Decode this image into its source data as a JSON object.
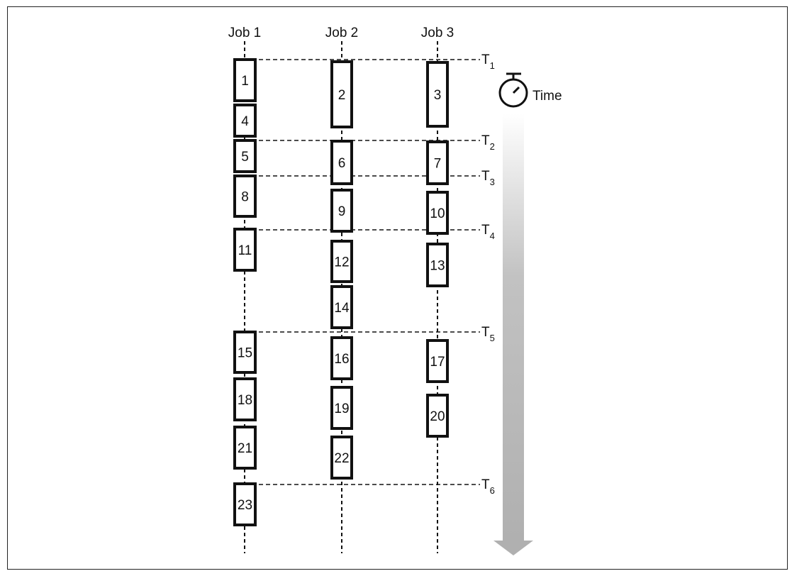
{
  "jobs": [
    "Job 1",
    "Job 2",
    "Job 3"
  ],
  "time_label": "Time",
  "timepoints": [
    {
      "letter": "T",
      "sub": "1"
    },
    {
      "letter": "T",
      "sub": "2"
    },
    {
      "letter": "T",
      "sub": "3"
    },
    {
      "letter": "T",
      "sub": "4"
    },
    {
      "letter": "T",
      "sub": "5"
    },
    {
      "letter": "T",
      "sub": "6"
    }
  ],
  "tasks": [
    {
      "label": "1",
      "job": 1
    },
    {
      "label": "4",
      "job": 1
    },
    {
      "label": "5",
      "job": 1
    },
    {
      "label": "8",
      "job": 1
    },
    {
      "label": "11",
      "job": 1
    },
    {
      "label": "15",
      "job": 1
    },
    {
      "label": "18",
      "job": 1
    },
    {
      "label": "21",
      "job": 1
    },
    {
      "label": "23",
      "job": 1
    },
    {
      "label": "2",
      "job": 2
    },
    {
      "label": "6",
      "job": 2
    },
    {
      "label": "9",
      "job": 2
    },
    {
      "label": "12",
      "job": 2
    },
    {
      "label": "14",
      "job": 2
    },
    {
      "label": "16",
      "job": 2
    },
    {
      "label": "19",
      "job": 2
    },
    {
      "label": "22",
      "job": 2
    },
    {
      "label": "3",
      "job": 3
    },
    {
      "label": "7",
      "job": 3
    },
    {
      "label": "10",
      "job": 3
    },
    {
      "label": "13",
      "job": 3
    },
    {
      "label": "17",
      "job": 3
    },
    {
      "label": "20",
      "job": 3
    }
  ],
  "colors": {
    "stroke": "#111111",
    "arrow_top": "#ffffff",
    "arrow_bottom": "#b3b3b3"
  },
  "icons": {
    "timer": "stopwatch-icon",
    "direction": "time-arrow"
  }
}
